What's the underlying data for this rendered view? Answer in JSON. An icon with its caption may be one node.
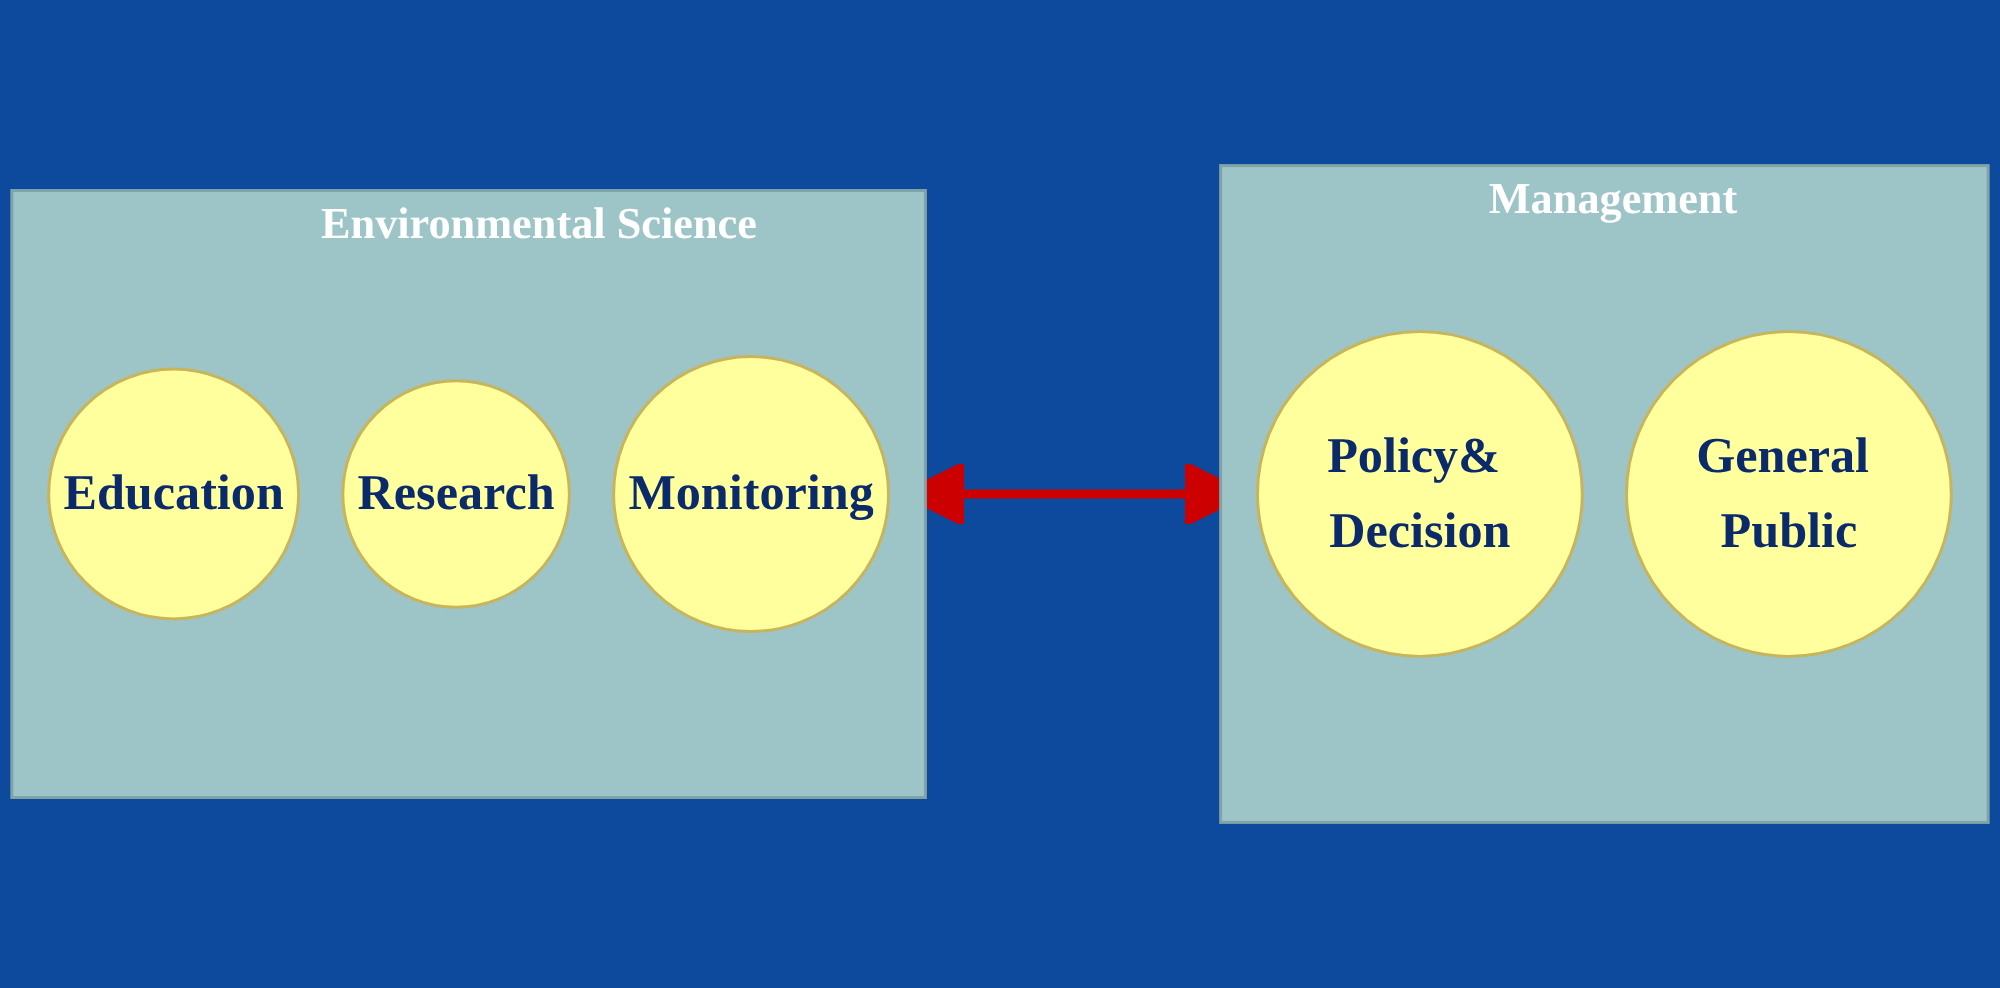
{
  "diagram": {
    "nodes": [
      {
        "text": [
          "Environmental Science"
        ]
      },
      {
        "text": [
          "Education"
        ],
        "in": 0
      },
      {
        "text": [
          "Research"
        ],
        "in": 0
      },
      {
        "text": [
          "Monitoring"
        ],
        "in": 0
      },
      {
        "text": [
          "Management"
        ]
      },
      {
        "text": [
          "Policy& Decision"
        ],
        "in": 4
      },
      {
        "text": [
          "General Public"
        ],
        "in": 4
      }
    ],
    "edges": [
      {
        "from": 0,
        "to": 4,
        "arrow": "both",
        "color": "#cc0000"
      }
    ]
  }
}
